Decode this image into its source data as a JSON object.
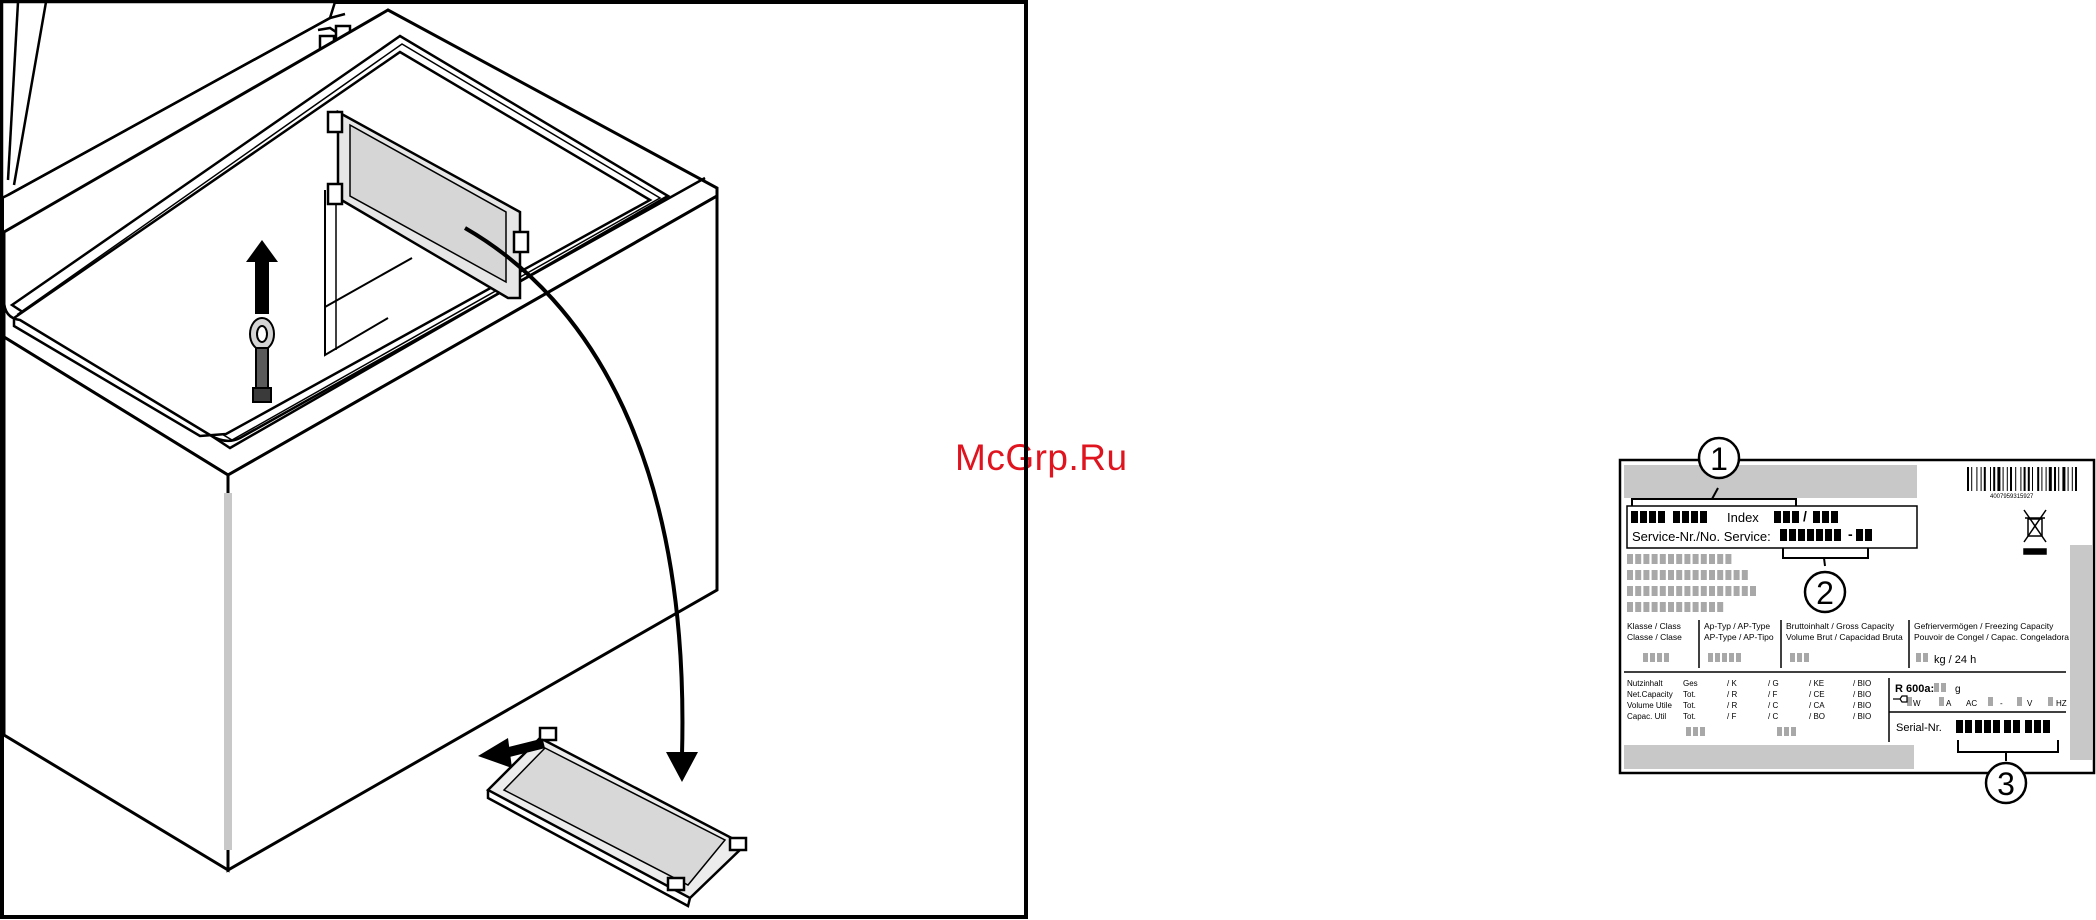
{
  "watermark": "McGrp.Ru",
  "callouts": {
    "c1": "1",
    "c2": "2",
    "c3": "3"
  },
  "label": {
    "index_label": "Index",
    "index_value": "/",
    "service_label": "Service-Nr./No. Service:",
    "service_value": "-",
    "klasse": [
      "Klasse / Class",
      "Classe / Clase"
    ],
    "aptyp": [
      "Ap-Typ / AP-Type",
      "AP-Type / AP-Tipo"
    ],
    "brutto": [
      "Bruttoinhalt / Gross Capacity",
      "Volume Brut / Capacidad Bruta"
    ],
    "gefrier": [
      "Gefriervermögen / Freezing Capacity",
      "Pouvoir de Congel / Capac. Congeladora"
    ],
    "kg_unit": "kg / 24 h",
    "rows_label": [
      "Nutzinhalt",
      "Net.Capacity",
      "Volume Utile",
      "Capac. Util"
    ],
    "rows_col2": [
      "Ges",
      "Tot.",
      "Tot.",
      "Tot."
    ],
    "rows_col3": [
      "/ K",
      "/ R",
      "/ R",
      "/ F"
    ],
    "rows_col4": [
      "/ G",
      "/ F",
      "/ C",
      "/ C"
    ],
    "rows_col5": [
      "/ KE",
      "/ CE",
      "/ CA",
      "/ BO"
    ],
    "rows_col6": [
      "/ BIO",
      "/ BIO",
      "/ BIO",
      "/ BIO"
    ],
    "refrigerant": "R 600a:",
    "refrigerant_unit": "g",
    "elec_w": "W",
    "elec_a": "A",
    "elec_ac": "AC",
    "elec_dash": "-",
    "elec_v": "V",
    "elec_hz": "HZ",
    "serial_label": "Serial-Nr.",
    "barcode_digits": "4007959315927"
  }
}
